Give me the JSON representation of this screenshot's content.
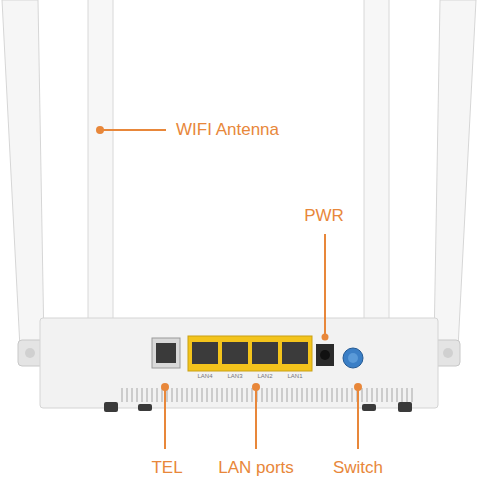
{
  "diagram": {
    "labels": [
      "WIFI Antenna",
      "PWR",
      "TEL",
      "LAN ports",
      "Switch",
      "LAN4",
      "LAN3",
      "LAN2",
      "LAN1"
    ]
  }
}
